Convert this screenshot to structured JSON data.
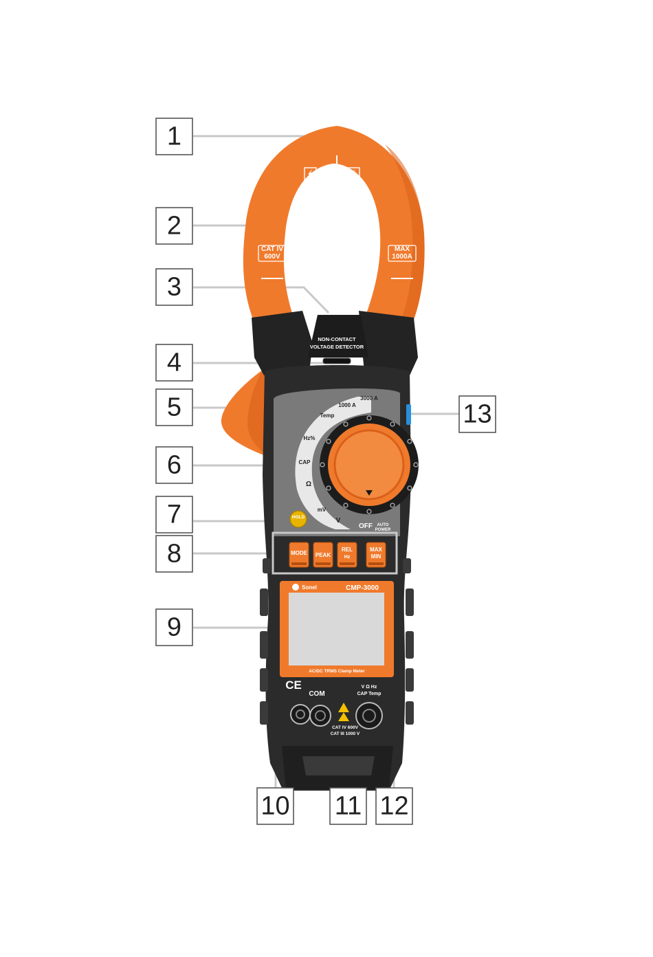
{
  "colors": {
    "orange": "#f07a2c",
    "orange_dark": "#d9601a",
    "body_dark": "#2f2f2f",
    "body_black": "#1a1a1a",
    "panel_grey": "#777777",
    "lcd": "#d9d9d9",
    "side_button": "#2a8fd8"
  },
  "callouts": [
    {
      "label": "1",
      "target": "clamp-jaw-tip"
    },
    {
      "label": "2",
      "target": "clamp-jaw"
    },
    {
      "label": "3",
      "target": "jaw-opening"
    },
    {
      "label": "4",
      "target": "non-contact-voltage-detector-led"
    },
    {
      "label": "5",
      "target": "jaw-trigger"
    },
    {
      "label": "6",
      "target": "rotary-function-switch"
    },
    {
      "label": "7",
      "target": "hold-button"
    },
    {
      "label": "8",
      "target": "function-buttons"
    },
    {
      "label": "9",
      "target": "lcd-display"
    },
    {
      "label": "10",
      "target": "terminal-a"
    },
    {
      "label": "11",
      "target": "com-terminal"
    },
    {
      "label": "12",
      "target": "v-terminal"
    },
    {
      "label": "13",
      "target": "side-button"
    }
  ],
  "jaw": {
    "left_marking_1": "CAT IV",
    "left_marking_2": "600V",
    "right_marking_1": "MAX",
    "right_marking_2": "1000A"
  },
  "head": {
    "ncv_line_1": "NON-CONTACT",
    "ncv_line_2": "VOLTAGE DETECTOR"
  },
  "dial": {
    "positions": [
      "3000 A",
      "1000 A",
      "Temp",
      "Hz%",
      "CAP",
      "Ω",
      "mV",
      "V"
    ],
    "off_label": "OFF",
    "auto_power_1": "AUTO",
    "auto_power_2": "POWER"
  },
  "buttons": {
    "hold": "HOLD",
    "mode": "MODE",
    "peak": "PEAK",
    "rel_1": "REL",
    "rel_2": "Hz",
    "max": "MAX",
    "min": "MIN"
  },
  "display": {
    "brand": "Sonel",
    "model": "CMP-3000",
    "subtitle": "AC/DC TRMS Clamp Meter"
  },
  "terminals": {
    "ce": "CE",
    "com": "COM",
    "v_label": "V Ω Hz",
    "cap_label": "CAP Temp",
    "cat_1": "CAT IV 600V",
    "cat_2": "CAT III 1000 V"
  }
}
